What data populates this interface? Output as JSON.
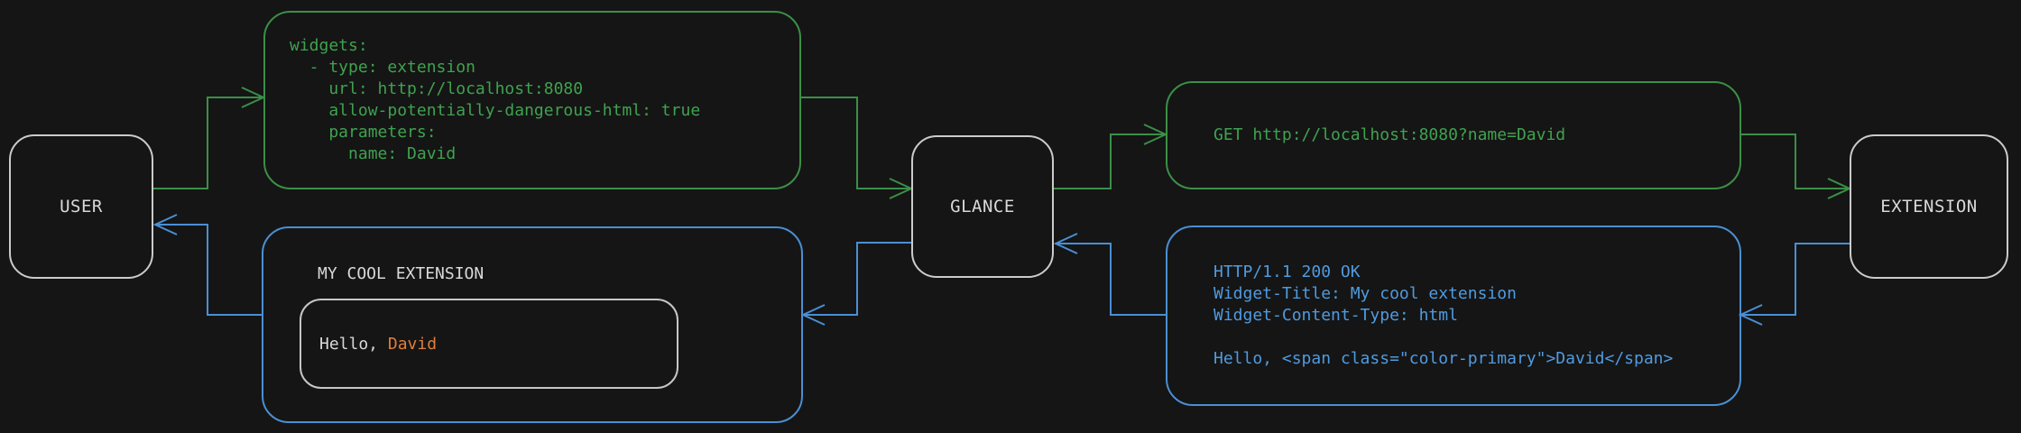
{
  "colors": {
    "background": "#151515",
    "green": "#3b8f47",
    "green_text": "#3fa24f",
    "blue": "#4a8fd4",
    "blue_text": "#4f9be0",
    "node_border": "#cbcbcb",
    "inner_border": "#c6c6c6",
    "text": "#d9d9d9",
    "orange": "#e07e3a"
  },
  "nodes": {
    "user": {
      "label": "USER"
    },
    "glance": {
      "label": "GLANCE"
    },
    "extension": {
      "label": "EXTENSION"
    }
  },
  "config_block": {
    "lines": [
      "widgets:",
      "  - type: extension",
      "    url: http://localhost:8080",
      "    allow-potentially-dangerous-html: true",
      "    parameters:",
      "      name: David"
    ]
  },
  "request_block": {
    "lines": [
      "GET http://localhost:8080?name=David"
    ]
  },
  "response_block": {
    "lines": [
      "HTTP/1.1 200 OK",
      "Widget-Title: My cool extension",
      "Widget-Content-Type: html",
      "",
      "Hello, <span class=\"color-primary\">David</span>"
    ]
  },
  "widget_block": {
    "title": "MY COOL EXTENSION",
    "greeting_prefix": "Hello, ",
    "greeting_name": "David"
  }
}
